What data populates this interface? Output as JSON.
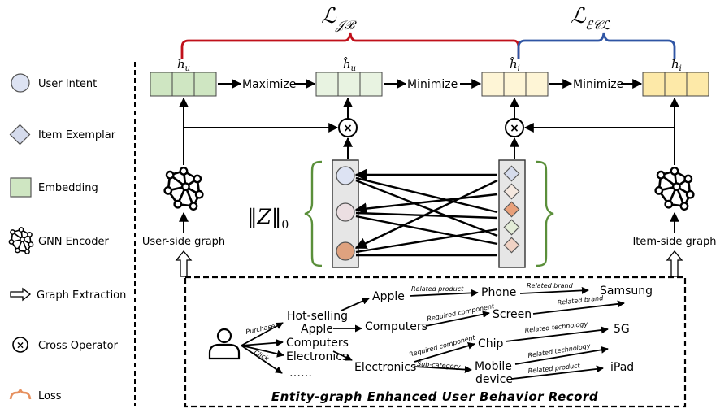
{
  "legend": {
    "user_intent": "User Intent",
    "item_exemplar": "Item Exemplar",
    "embedding": "Embedding",
    "gnn_encoder": "GNN Encoder",
    "graph_extraction": "Graph Extraction",
    "cross_operator": "Cross Operator",
    "loss": "Loss"
  },
  "losses": {
    "ib": "ℒ𝒥ℬ",
    "ecl": "ℒℰ𝒞ℒ"
  },
  "embeddings": {
    "h_u": "h",
    "h_u_sub": "u",
    "h_u_hat": "ĥ",
    "h_i_hat": "ĥ",
    "h_i": "h",
    "h_i_sub": "i"
  },
  "ops": {
    "maximize": "Maximize",
    "minimize1": "Minimize",
    "minimize2": "Minimize"
  },
  "graphs": {
    "user_side": "User-side graph",
    "item_side": "Item-side graph"
  },
  "norm": "‖Z‖",
  "norm_sub": "0",
  "record": {
    "title": "Entity-graph Enhanced User Behavior Record",
    "nodes": {
      "hot": "Hot-selling",
      "apple_q": "Apple",
      "computers_q": "Computers",
      "electronics_q": "Electronics",
      "dots": "……",
      "apple": "Apple",
      "computers": "Computers",
      "electronics": "Electronics",
      "phone": "Phone",
      "screen": "Screen",
      "chip": "Chip",
      "mobile": "Mobile",
      "device": "device",
      "samsung": "Samsung",
      "fiveg": "5G",
      "ipad": "iPad"
    },
    "edges": {
      "purchase": "Purchase",
      "click": "Click",
      "related_product1": "Related product",
      "related_brand1": "Related brand",
      "required_component1": "Required component",
      "related_brand2": "Related brand",
      "required_component2": "Required component",
      "related_technology1": "Related technology",
      "sub_category": "Sub-category",
      "related_technology2": "Related technology",
      "related_product2": "Related product"
    }
  },
  "colors": {
    "red": "#c0101a",
    "blue": "#2f55a4",
    "green_fill": "#cfe6c2",
    "green_light": "#e8f3e1",
    "yellow_fill": "#fde9a8",
    "yellow_light": "#fef5d6",
    "gnn_orange": "#e6a07a"
  }
}
